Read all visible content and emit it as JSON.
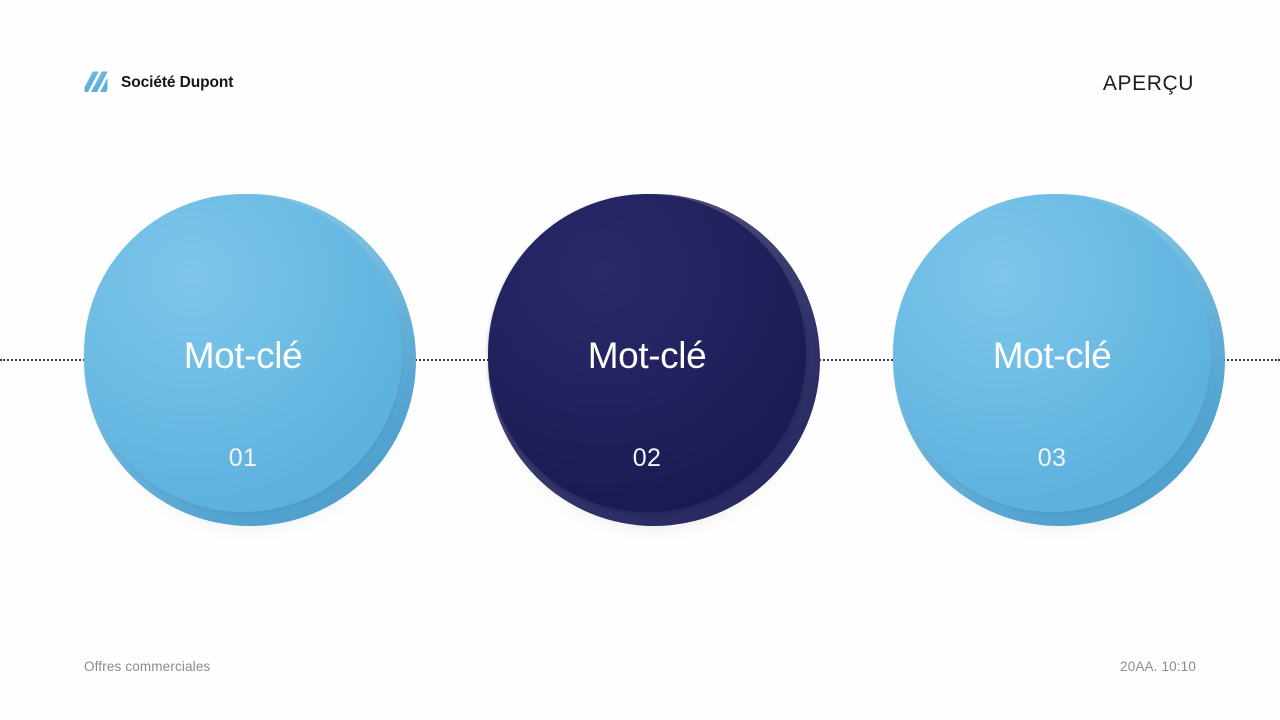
{
  "slide": {
    "background_color": "#fefefe",
    "title_label": "APERÇU"
  },
  "header": {
    "logo_icon": "diagonal-stripes-logo",
    "brand_name": "Société Dupont",
    "overview_label": "APERÇU"
  },
  "theme": {
    "accent_blue": "#6BBBE4",
    "accent_blue_rim": "#79BFE2",
    "accent_navy": "#1B1B54",
    "accent_navy_rim": "#494A76",
    "text_on_circle": "#FFFFFF",
    "footer_text": "#8B8B90",
    "connector_color": "#2B2B3A"
  },
  "diagram": {
    "type": "linked-circles",
    "connector_style": "dotted",
    "nodes": [
      {
        "title": "Mot-clé",
        "number": "01",
        "variant": "blue"
      },
      {
        "title": "Mot-clé",
        "number": "02",
        "variant": "navy"
      },
      {
        "title": "Mot-clé",
        "number": "03",
        "variant": "blue"
      }
    ]
  },
  "footer": {
    "left_label": "Offres commerciales",
    "right_label": "20AA. 10:10"
  }
}
